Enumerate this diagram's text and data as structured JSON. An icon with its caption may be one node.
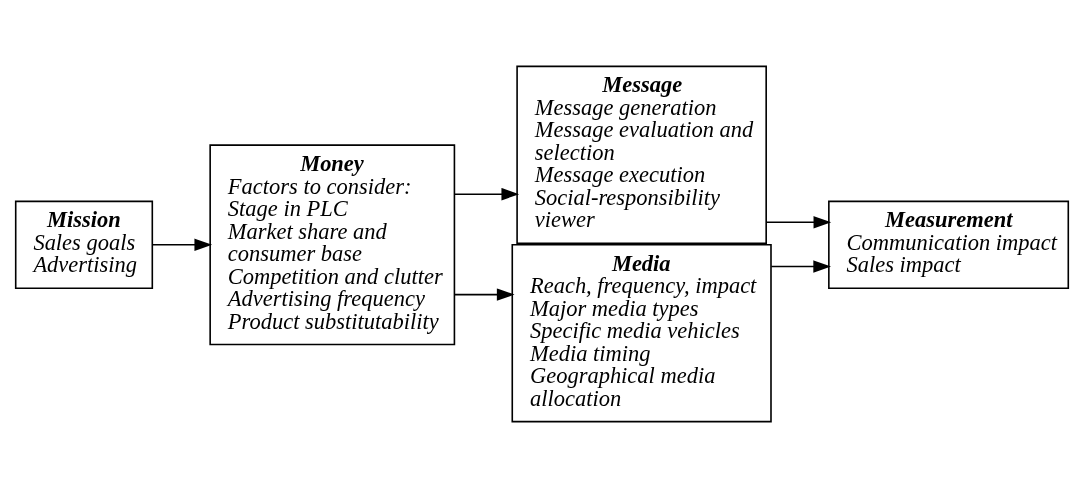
{
  "diagram": {
    "nodes": [
      {
        "text": [
          "Mission",
          "Sales goals",
          "Advertising"
        ]
      },
      {
        "text": [
          "Money",
          "Factors to consider:",
          "Stage in PLC",
          "Market share and consumer base",
          "Competition and clutter",
          "Advertising frequency",
          "Product substitutability"
        ]
      },
      {
        "text": [
          "Message",
          "Message generation",
          "Message evaluation and selection",
          "Message execution",
          "Social-responsibility viewer"
        ]
      },
      {
        "text": [
          "Media",
          "Reach, frequency, impact",
          "Major media types",
          "Specific media vehicles",
          "Media timing",
          "Geographical media allocation"
        ]
      },
      {
        "text": [
          "Measurement",
          "Communication impact",
          "Sales impact"
        ]
      }
    ],
    "edges": [
      {
        "from": 0,
        "to": 1,
        "arrow": "to"
      },
      {
        "from": 1,
        "to": 2,
        "arrow": "to"
      },
      {
        "from": 1,
        "to": 3,
        "arrow": "to"
      },
      {
        "from": 2,
        "to": 4,
        "arrow": "to"
      },
      {
        "from": 3,
        "to": 4,
        "arrow": "to"
      }
    ]
  }
}
